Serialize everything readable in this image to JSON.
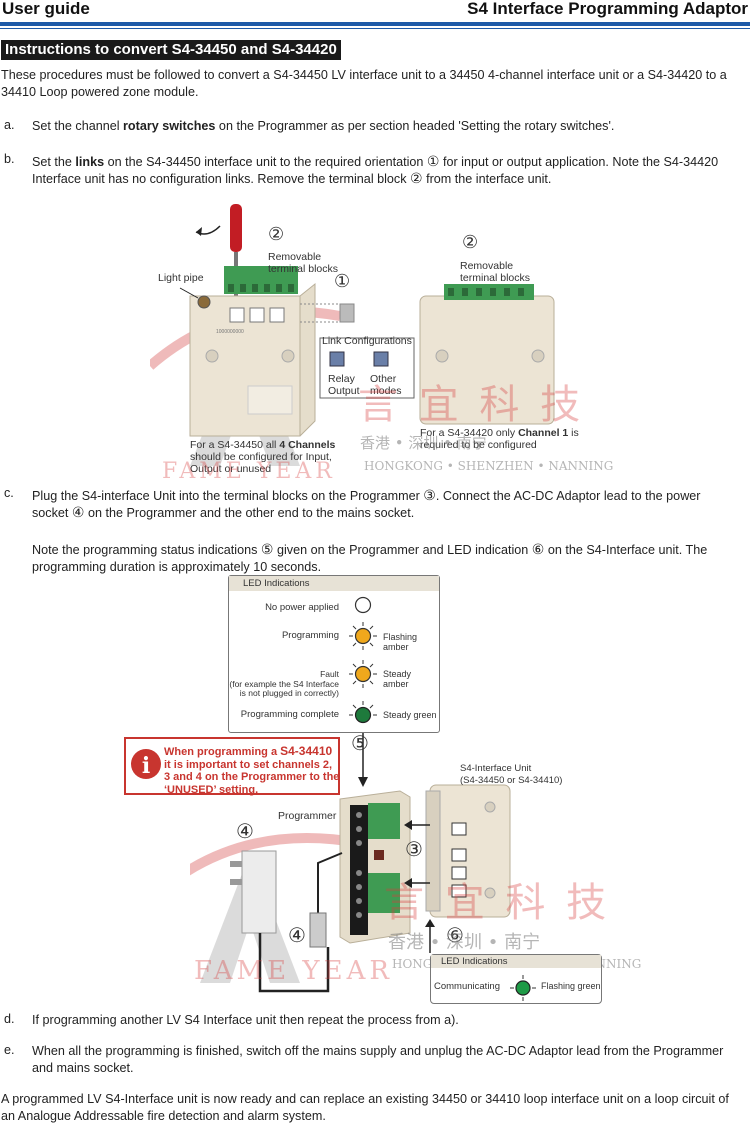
{
  "header": {
    "left": "User guide",
    "right": "S4 Interface Programming Adaptor"
  },
  "section_title": "Instructions to convert S4-34450 and S4-34420",
  "intro": "These procedures must be followed to convert a S4-34450 LV interface unit to a 34450 4-channel interface unit or a S4-34420 to a 34410 Loop powered zone module.",
  "steps": {
    "a": {
      "letter": "a.",
      "pre": "Set the channel ",
      "bold": "rotary switches",
      "post": " on the Programmer as per section headed 'Setting the rotary switches'."
    },
    "b": {
      "letter": "b.",
      "pre": "Set the ",
      "bold": "links",
      "mid": " on the S4-34450 interface unit to the required orientation ",
      "c1": "①",
      "mid2": " for input or output application. Note the S4-34420 Interface unit has no configuration links. Remove the terminal block ",
      "c2": "②",
      "post": " from the interface unit."
    },
    "c": {
      "letter": "c.",
      "pre": "Plug the S4-interface Unit into the terminal blocks on the Programmer ",
      "c3": "③",
      "mid": ". Connect the AC-DC Adaptor lead to the power socket ",
      "c4": "④",
      "post": " on the Programmer and the other end to the mains socket."
    },
    "c2": {
      "pre": "Note the programming status indications ",
      "c5": "⑤",
      "mid": " given on the Programmer and  LED indication ",
      "c6": "⑥",
      "post": " on the S4-Interface unit. The programming duration is approximately 10 seconds."
    },
    "d": {
      "letter": "d.",
      "text": "If programming another LV S4 Interface unit then repeat the process from a)."
    },
    "e": {
      "letter": "e.",
      "text": "When all the programming is finished, switch off the mains supply and unplug the AC-DC Adaptor lead from the Programmer and mains socket."
    }
  },
  "closing": "A programmed LV S4-Interface unit is now ready and can replace an existing 34450 or 34410 loop interface unit on a loop circuit of an Analogue Addressable fire detection and alarm system.",
  "figure1": {
    "num2_left": "②",
    "removable_left": "Removable\nterminal blocks",
    "light_pipe": "Light pipe",
    "num1": "①",
    "link_config": "Link Configurations",
    "relay_output": "Relay\nOutput",
    "other_modes": "Other\nmodes",
    "note_34450_pre": "For a S4-34450 all ",
    "note_34450_bold": "4 Channels",
    "note_34450_post": "should be configured for Input, Output or unused",
    "num2_right": "②",
    "removable_right": "Removable\nterminal blocks",
    "note_34420_pre": "For a S4-34420 only ",
    "note_34420_bold": "Channel 1",
    "note_34420_post": "is required to be configured",
    "unit_label_code": "1000000000"
  },
  "figure2": {
    "led_title": "LED Indications",
    "rows": [
      {
        "label": "No power applied",
        "desc": ""
      },
      {
        "label": "Programming",
        "desc": "Flashing amber"
      },
      {
        "label": "Fault\n(for example the S4 Interface\nis not plugged in correctly)",
        "desc": "Steady amber"
      },
      {
        "label": "Programming complete",
        "desc": "Steady green"
      }
    ],
    "num5": "⑤",
    "note_pre": "When programming a ",
    "note_model": "S4-34410",
    "note_post": "it is important to set channels 2, 3 and 4 on the Programmer to the ‘UNUSED’ setting.",
    "info_icon_letter": "i",
    "programmer": "Programmer",
    "s4_unit": "S4-Interface Unit\n(S4-34450 or S4-34410)",
    "num3": "③",
    "num4a": "④",
    "num4b": "④",
    "num6": "⑥",
    "led2_title": "LED Indications",
    "communicating": "Communicating",
    "flashing_green": "Flashing green"
  },
  "watermark": {
    "cn": "言 宜 科 技",
    "cn2": "香港 • 深圳 • 南宁",
    "en": "HONGKONG • SHENZHEN • NANNING",
    "brand": "FAME YEAR"
  },
  "colors": {
    "header_rule": "#1e5aa8",
    "amber": "#f0a81c",
    "green": "#1e7a3c",
    "note_red": "#c8352f",
    "terminal_green": "#3f9b53",
    "unit_beige": "#ece4d4"
  }
}
